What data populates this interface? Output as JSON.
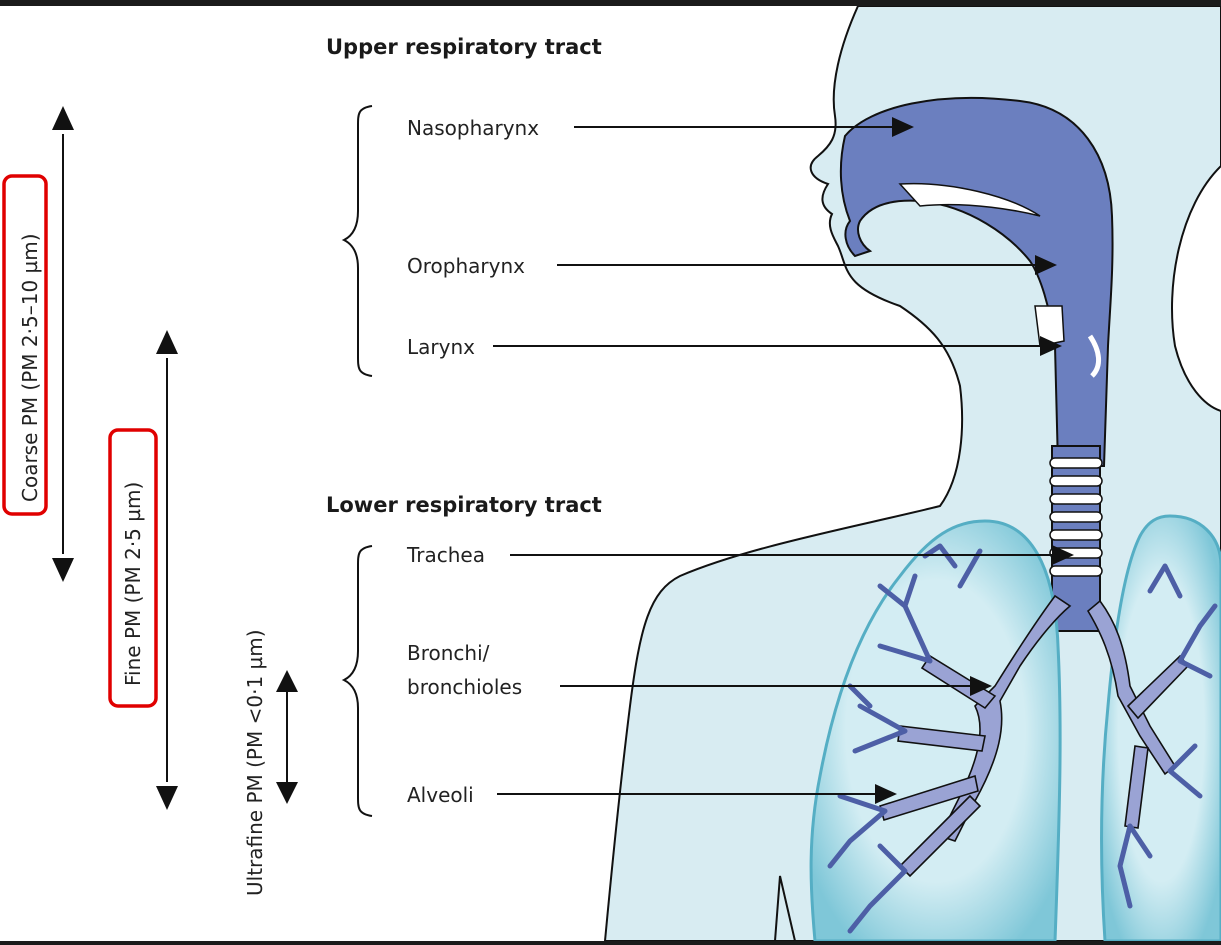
{
  "headings": {
    "upper": "Upper respiratory tract",
    "lower": "Lower respiratory tract"
  },
  "labels": {
    "nasopharynx": "Nasopharynx",
    "oropharynx": "Oropharynx",
    "larynx": "Larynx",
    "trachea": "Trachea",
    "bronchi_line1": "Bronchi/",
    "bronchi_line2": "bronchioles",
    "alveoli": "Alveoli"
  },
  "particle_sizes": {
    "coarse": "Coarse PM (PM 2·5–10 µm)",
    "fine": "Fine PM (PM 2·5 µm)",
    "ultrafine": "Ultrafine PM (PM <0·1 µm)"
  },
  "highlighted": [
    "coarse",
    "fine"
  ],
  "colors": {
    "body_fill": "#d8ecf2",
    "airway_fill": "#6b7fbf",
    "lung_fill": "#bfe3ec",
    "bronchi_fill": "#9aa3d4",
    "highlight": "#e00000"
  }
}
